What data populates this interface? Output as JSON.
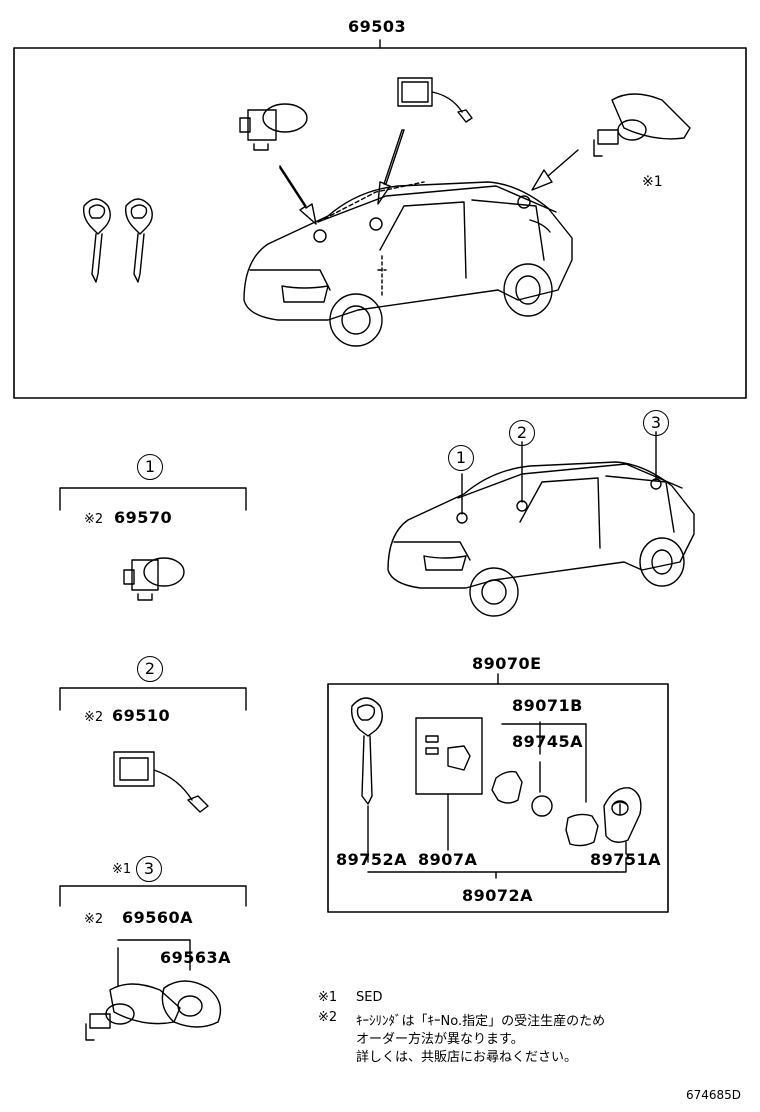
{
  "parts": {
    "p69503": "69503",
    "p69570": "69570",
    "p69510": "69510",
    "p69560A": "69560A",
    "p69563A": "69563A",
    "p89070E": "89070E",
    "p89071B": "89071B",
    "p89745A": "89745A",
    "p89752A": "89752A",
    "p8907A": "8907A",
    "p89751A": "89751A",
    "p89072A": "89072A"
  },
  "marks": {
    "m1": "※1",
    "m2": "※2",
    "c1": "1",
    "c2": "2",
    "c3": "3"
  },
  "notes": {
    "n1_mark": "※1",
    "n1_text": "SED",
    "n2_mark": "※2",
    "n2_line1": "ｷｰｼﾘﾝﾀﾞは「ｷｰNo.指定」の受注生産のため",
    "n2_line2": "オーダー方法が異なります。",
    "n2_line3": "詳しくは、共販店にお尋ねください。"
  },
  "diagram_id": "674685D"
}
